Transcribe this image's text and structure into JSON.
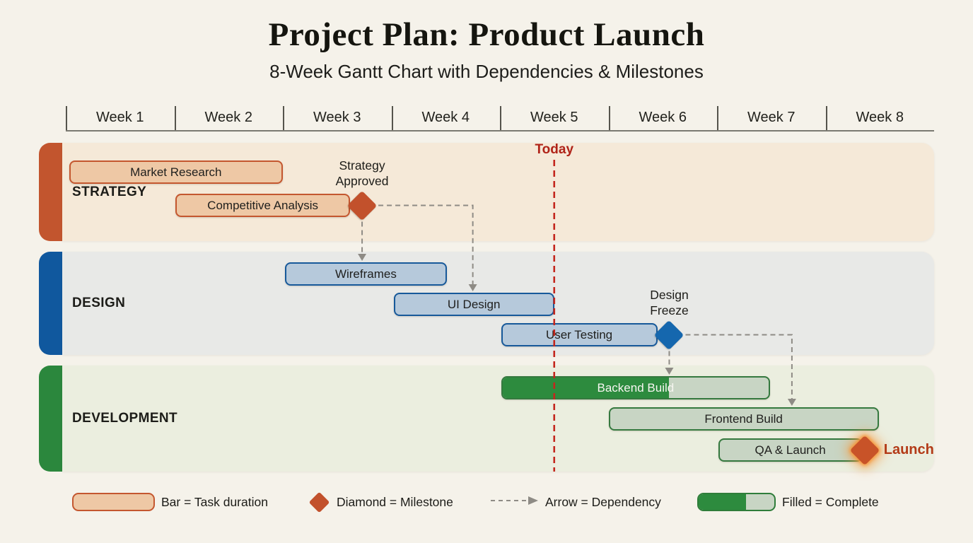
{
  "page": {
    "background": "#f5f2ea"
  },
  "header": {
    "title": "Project Plan: Product Launch",
    "subtitle": "8-Week Gantt Chart with Dependencies & Milestones"
  },
  "timeline": {
    "weeks": [
      "Week 1",
      "Week 2",
      "Week 3",
      "Week 4",
      "Week 5",
      "Week 6",
      "Week 7",
      "Week 8"
    ]
  },
  "today": {
    "label": "Today",
    "week": 4.5,
    "line_color": "#c3271e",
    "label_color": "#b02318"
  },
  "chart_data": {
    "type": "gantt",
    "unit": "weeks",
    "x_domain": [
      0,
      8
    ],
    "x_ticks": [
      "Week 1",
      "Week 2",
      "Week 3",
      "Week 4",
      "Week 5",
      "Week 6",
      "Week 7",
      "Week 8"
    ],
    "today_week": 4.5,
    "lanes": [
      {
        "name": "STRATEGY",
        "accent": "#c2552e",
        "bg": "#f5e9d8",
        "bar_fill": "#eec8a5",
        "bar_border": "#c4572f",
        "tasks": [
          {
            "label": "Market Research",
            "start": 0.03,
            "end": 2.0,
            "row": 0
          },
          {
            "label": "Competitive Analysis",
            "start": 1.01,
            "end": 2.62,
            "row": 1
          }
        ],
        "milestones": [
          {
            "id": "strategy-approved",
            "label": "Strategy\nApproved",
            "week": 2.73,
            "row": 1,
            "color": "#c2512c",
            "label_pos": "above"
          }
        ]
      },
      {
        "name": "DESIGN",
        "accent": "#10589e",
        "bg": "#e8e9e7",
        "bar_fill": "#b6c9db",
        "bar_border": "#17599a",
        "tasks": [
          {
            "label": "Wireframes",
            "start": 2.02,
            "end": 3.51,
            "row": 0
          },
          {
            "label": "UI Design",
            "start": 3.02,
            "end": 4.5,
            "row": 1
          },
          {
            "label": "User Testing",
            "start": 4.01,
            "end": 5.45,
            "row": 2
          }
        ],
        "milestones": [
          {
            "id": "design-freeze",
            "label": "Design\nFreeze",
            "week": 5.56,
            "row": 2,
            "color": "#1567ae",
            "label_pos": "above"
          }
        ]
      },
      {
        "name": "DEVELOPMENT",
        "accent": "#2b873d",
        "bg": "#ebeedf",
        "bar_fill": "#c8d5c4",
        "bar_border": "#35793f",
        "tasks": [
          {
            "label": "Backend Build",
            "start": 4.01,
            "end": 6.49,
            "row": 0,
            "complete_fraction": 0.625,
            "complete_color": "#2d8b3e",
            "text_color": "#f7f6f1"
          },
          {
            "label": "Frontend Build",
            "start": 5.0,
            "end": 7.49,
            "row": 1
          },
          {
            "label": "QA & Launch",
            "start": 6.01,
            "end": 7.34,
            "row": 2
          }
        ],
        "milestones": [
          {
            "id": "launch",
            "label": "Launch",
            "week": 7.36,
            "row": 2,
            "color": "#c85328",
            "label_pos": "right",
            "label_color": "#b33a17",
            "glow": true
          }
        ]
      }
    ],
    "dependencies": [
      {
        "from": "strategy-approved",
        "to": "Wireframes",
        "shape": "v"
      },
      {
        "from": "strategy-approved",
        "to": "UI Design",
        "shape": "hv",
        "elbow_week": 3.75
      },
      {
        "from": "design-freeze",
        "to": "Backend Build",
        "shape": "v"
      },
      {
        "from": "design-freeze",
        "to": "Frontend Build",
        "shape": "hv",
        "elbow_week": 6.69
      }
    ],
    "arrow_color": "#8e8b85"
  },
  "legend": [
    {
      "swatch": "bar",
      "label": "Bar = Task duration",
      "fill": "#eec8a5",
      "border": "#c4572f"
    },
    {
      "swatch": "diamond",
      "label": "Diamond = Milestone",
      "fill": "#c2512c"
    },
    {
      "swatch": "arrow",
      "label": "Arrow = Dependency",
      "color": "#8e8b85"
    },
    {
      "swatch": "filled",
      "label": "Filled = Complete",
      "fill": "#c8d5c4",
      "border": "#2f7d3a",
      "filled_color": "#2d8b3e",
      "fraction": 0.63
    }
  ]
}
